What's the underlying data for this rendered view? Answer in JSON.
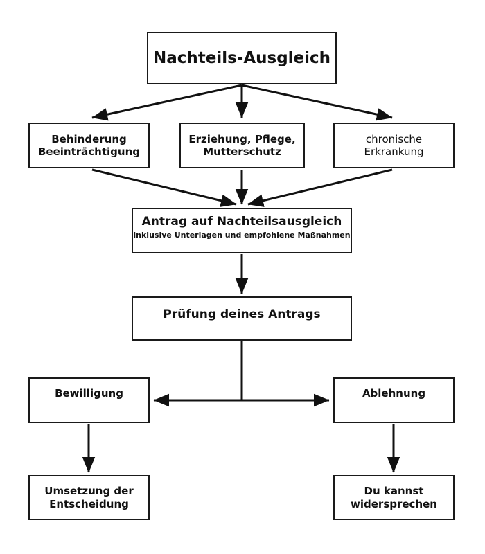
{
  "diagram": {
    "title": "Nachteils-Ausgleich",
    "language": "de",
    "stroke_color": "#1a1a1a",
    "background_color": "#ffffff",
    "text_color": "#111111",
    "nodes": {
      "title": {
        "label": "Nachteils-Ausgleich"
      },
      "behinderung": {
        "label": "Behinderung\nBeeinträchtigung"
      },
      "erziehung": {
        "label": "Erziehung, Pflege,\nMutterschutz"
      },
      "chronische": {
        "label": "chronische\nErkrankung"
      },
      "antrag": {
        "label": "Antrag auf Nachteilsausgleich",
        "sublabel": "inklusive Unterlagen und empfohlene Maßnahmen"
      },
      "pruefung": {
        "label": "Prüfung deines Antrags"
      },
      "bewilligung": {
        "label": "Bewilligung"
      },
      "ablehnung": {
        "label": "Ablehnung"
      },
      "umsetzung": {
        "label": "Umsetzung der\nEntscheidung"
      },
      "widerspruch": {
        "label": "Du kannst\nwidersprechen"
      }
    },
    "edges": [
      {
        "from": "title",
        "to": "behinderung",
        "style": "arrow-diagonal-left"
      },
      {
        "from": "title",
        "to": "erziehung",
        "style": "arrow-vertical"
      },
      {
        "from": "title",
        "to": "chronische",
        "style": "arrow-diagonal-right"
      },
      {
        "from": "behinderung",
        "to": "antrag",
        "style": "arrow-diagonal-right"
      },
      {
        "from": "erziehung",
        "to": "antrag",
        "style": "arrow-vertical"
      },
      {
        "from": "chronische",
        "to": "antrag",
        "style": "arrow-diagonal-left"
      },
      {
        "from": "antrag",
        "to": "pruefung",
        "style": "arrow-vertical"
      },
      {
        "from": "pruefung",
        "to": "bewilligung",
        "style": "arrow-split-left"
      },
      {
        "from": "pruefung",
        "to": "ablehnung",
        "style": "arrow-split-right"
      },
      {
        "from": "bewilligung",
        "to": "umsetzung",
        "style": "arrow-vertical"
      },
      {
        "from": "ablehnung",
        "to": "widerspruch",
        "style": "arrow-vertical"
      }
    ]
  }
}
